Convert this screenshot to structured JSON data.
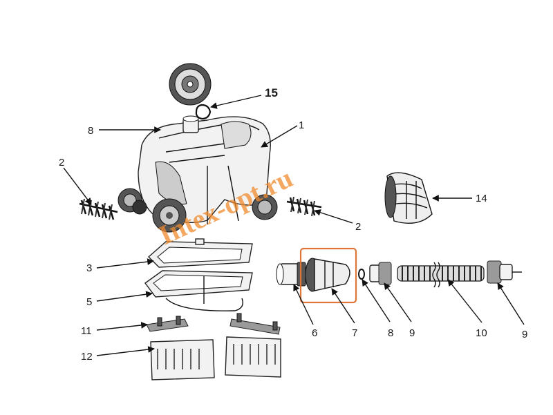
{
  "watermark": "Intex-opt.ru",
  "callouts": {
    "c1": "1",
    "c2a": "2",
    "c2b": "2",
    "c3": "3",
    "c5": "5",
    "c6": "6",
    "c7": "7",
    "c8a": "8",
    "c8b": "8",
    "c9a": "9",
    "c9b": "9",
    "c10": "10",
    "c11": "11",
    "c12": "12",
    "c14": "14",
    "c15": "15"
  },
  "colors": {
    "highlight_box": "#e0763a",
    "watermark": "#f08a2c"
  }
}
